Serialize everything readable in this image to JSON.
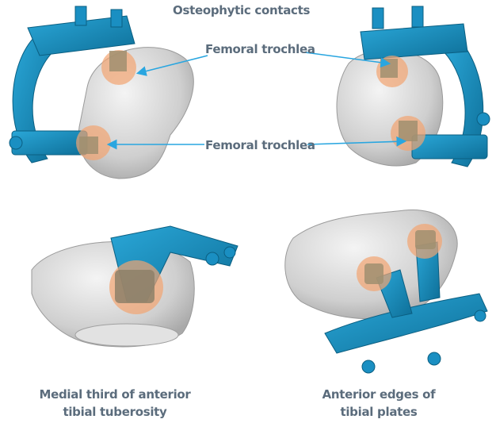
{
  "labels": {
    "top": "Osteophytic contacts",
    "femoral_trochlea_upper": "Femoral trochlea",
    "femoral_trochlea_lower": "Femoral trochlea",
    "bottom_left_line1": "Medial third of anterior",
    "bottom_left_line2": "tibial tuberosity",
    "bottom_right_line1": "Anterior edges of",
    "bottom_right_line2": "tibial plates"
  },
  "colors": {
    "label_text": "#5b6c7c",
    "guide_blue": "#1c93c9",
    "guide_blue_dark": "#0f6f99",
    "bone_gray": "#d2d2d2",
    "contact_orange": "#f2a470",
    "arrow_blue": "#29a6e0"
  }
}
